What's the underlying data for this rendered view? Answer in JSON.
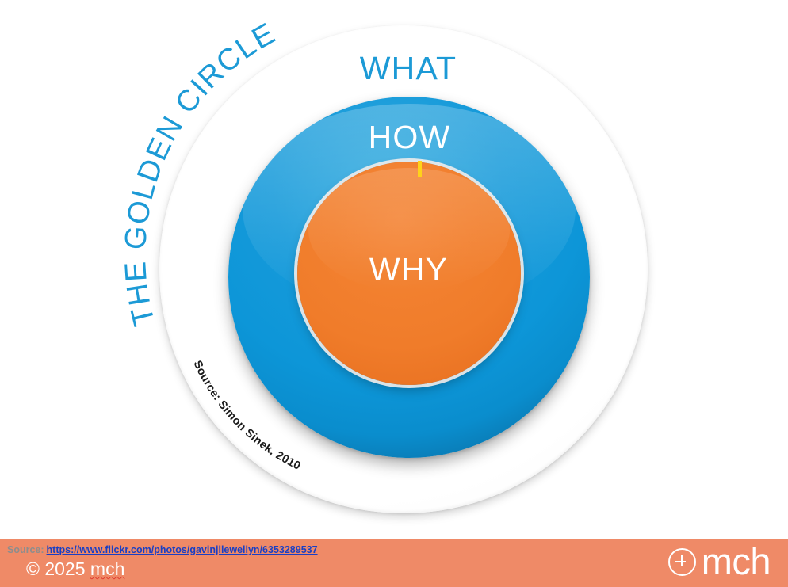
{
  "slide": {
    "background_color": "#ffffff"
  },
  "diagram": {
    "name": "the-golden-circle",
    "curved_title": "THE GOLDEN CIRCLE",
    "curved_source": "Source: Simon Sinek, 2010",
    "rings": [
      {
        "id": "outer",
        "label": "WHAT",
        "label_color": "#1c9ad6",
        "fill_color": "#ffffff"
      },
      {
        "id": "middle",
        "label": "HOW",
        "label_color": "#ffffff",
        "fill_color": "#0d96d8"
      },
      {
        "id": "inner",
        "label": "WHY",
        "label_color": "#ffffff",
        "fill_color": "#f07c2a"
      }
    ],
    "caret_color": "#ffd21a"
  },
  "footer": {
    "background_color": "#ef8a67",
    "source_label": "Source:",
    "source_label_color": "#8d8d8d",
    "source_url": "https://www.flickr.com/photos/gavinjllewellyn/6353289537",
    "source_url_color": "#1a3fc4",
    "copyright_prefix": "© 2025 ",
    "copyright_word": "mch",
    "copyright_color": "#ffffff",
    "logo": {
      "icon": "plus-circle-icon",
      "text": "mch",
      "color": "#ffffff"
    }
  }
}
